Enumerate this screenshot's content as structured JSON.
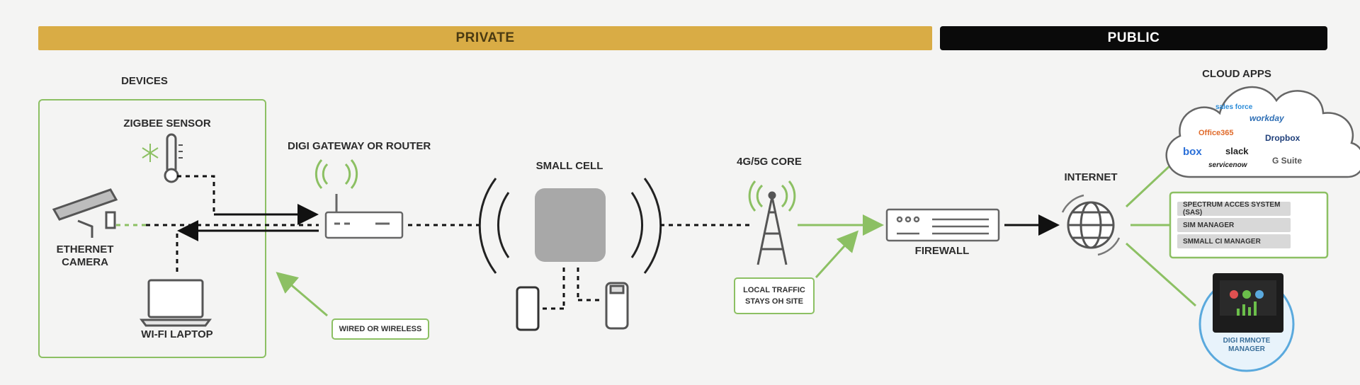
{
  "bands": {
    "private": "PRIVATE",
    "public": "PUBLIC"
  },
  "devices": {
    "title": "DEVICES",
    "zigbee": "ZIGBEE SENSOR",
    "camera": "ETHERNET\nCAMERA",
    "laptop": "WI-FI LAPTOP"
  },
  "gateway": "DIGI GATEWAY OR  ROUTER",
  "small_cell": "SMALL CELL",
  "core": "4G/5G CORE",
  "firewall": "FIREWALL",
  "internet": "INTERNET",
  "cloud": {
    "title": "CLOUD APPS",
    "apps": [
      "sales force",
      "workday",
      "Office365",
      "Dropbox",
      "box",
      "slack",
      "servicenow",
      "G Suite"
    ]
  },
  "notes": {
    "wired": "WIRED OR WIRELESS",
    "local": "LOCAL TRAFFIC\nSTAYS OH SITE"
  },
  "services": [
    "SPECTRUM ACCES SYSTEM (SAS)",
    "SIM MANAGER",
    "SMMALL CI MANAGER"
  ],
  "remote_manager": "DIGI RMNOTE\nMANAGER",
  "colors": {
    "private": "#d9ac45",
    "public": "#0a0a0a",
    "green": "#8cc063",
    "blue": "#5aa9dd"
  }
}
